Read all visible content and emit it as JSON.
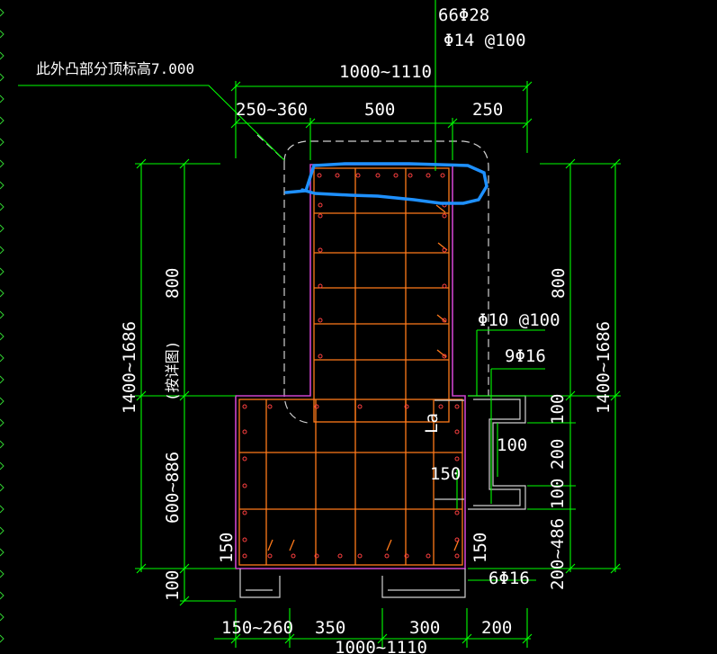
{
  "colors": {
    "background": "#000000",
    "dimension": "#00ff00",
    "text": "#ffffff",
    "rebar": "#ff7a1a",
    "outline": "#cc44cc",
    "dot": "#ff4040",
    "dashed": "#d0d0d0",
    "highlight": "#1e90ff",
    "grip": "#30d030"
  },
  "labels": {
    "main_rebar": "66Φ28",
    "stirrup": "Φ14 @100",
    "note": "此外凸部分顶标高7.000",
    "top_total": "1000~1110",
    "top_seg1": "250~360",
    "top_seg2": "500",
    "top_seg3": "250",
    "left_total": "1400~1686",
    "left_note": "(按详图)",
    "left_upper": "800",
    "left_lower": "600~886",
    "left_bottom": "100",
    "right_upper": "800",
    "right_total": "1400~1686",
    "detail_stirrup": "Φ10 @100",
    "detail_bars": "9Φ16",
    "dim_100a": "100",
    "dim_200": "200",
    "dim_100b": "100",
    "dim_bottom_right": "200~486",
    "dim_100_mid": "100",
    "dim_150_mid": "150",
    "la": "La",
    "dim_150_left": "150",
    "dim_150_right": "150",
    "bottom_bars": "6Φ16",
    "bot_seg1": "150~260",
    "bot_seg2": "350",
    "bot_seg3": "300",
    "bot_seg4": "200",
    "bot_total": "1000~1110"
  }
}
